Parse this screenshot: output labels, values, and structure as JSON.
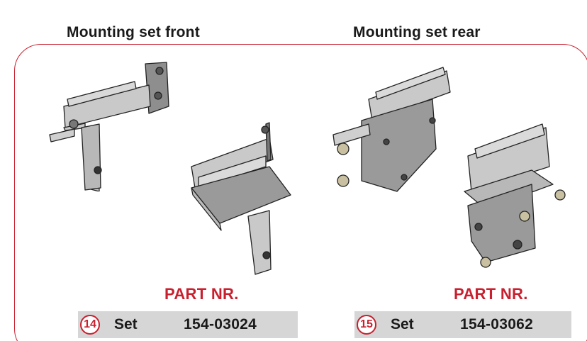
{
  "headings": {
    "front": "Mounting set front",
    "rear": "Mounting set rear"
  },
  "parts": [
    {
      "number_badge": "14",
      "label_caption": "PART NR.",
      "set_label": "Set",
      "part_number": "154-03024"
    },
    {
      "number_badge": "15",
      "label_caption": "PART NR.",
      "set_label": "Set",
      "part_number": "154-03062"
    }
  ],
  "colors": {
    "accent": "#c8202f",
    "row_bg": "#d6d6d6",
    "metal": "#c9c9c9",
    "metal_dark": "#8e8e8e"
  }
}
